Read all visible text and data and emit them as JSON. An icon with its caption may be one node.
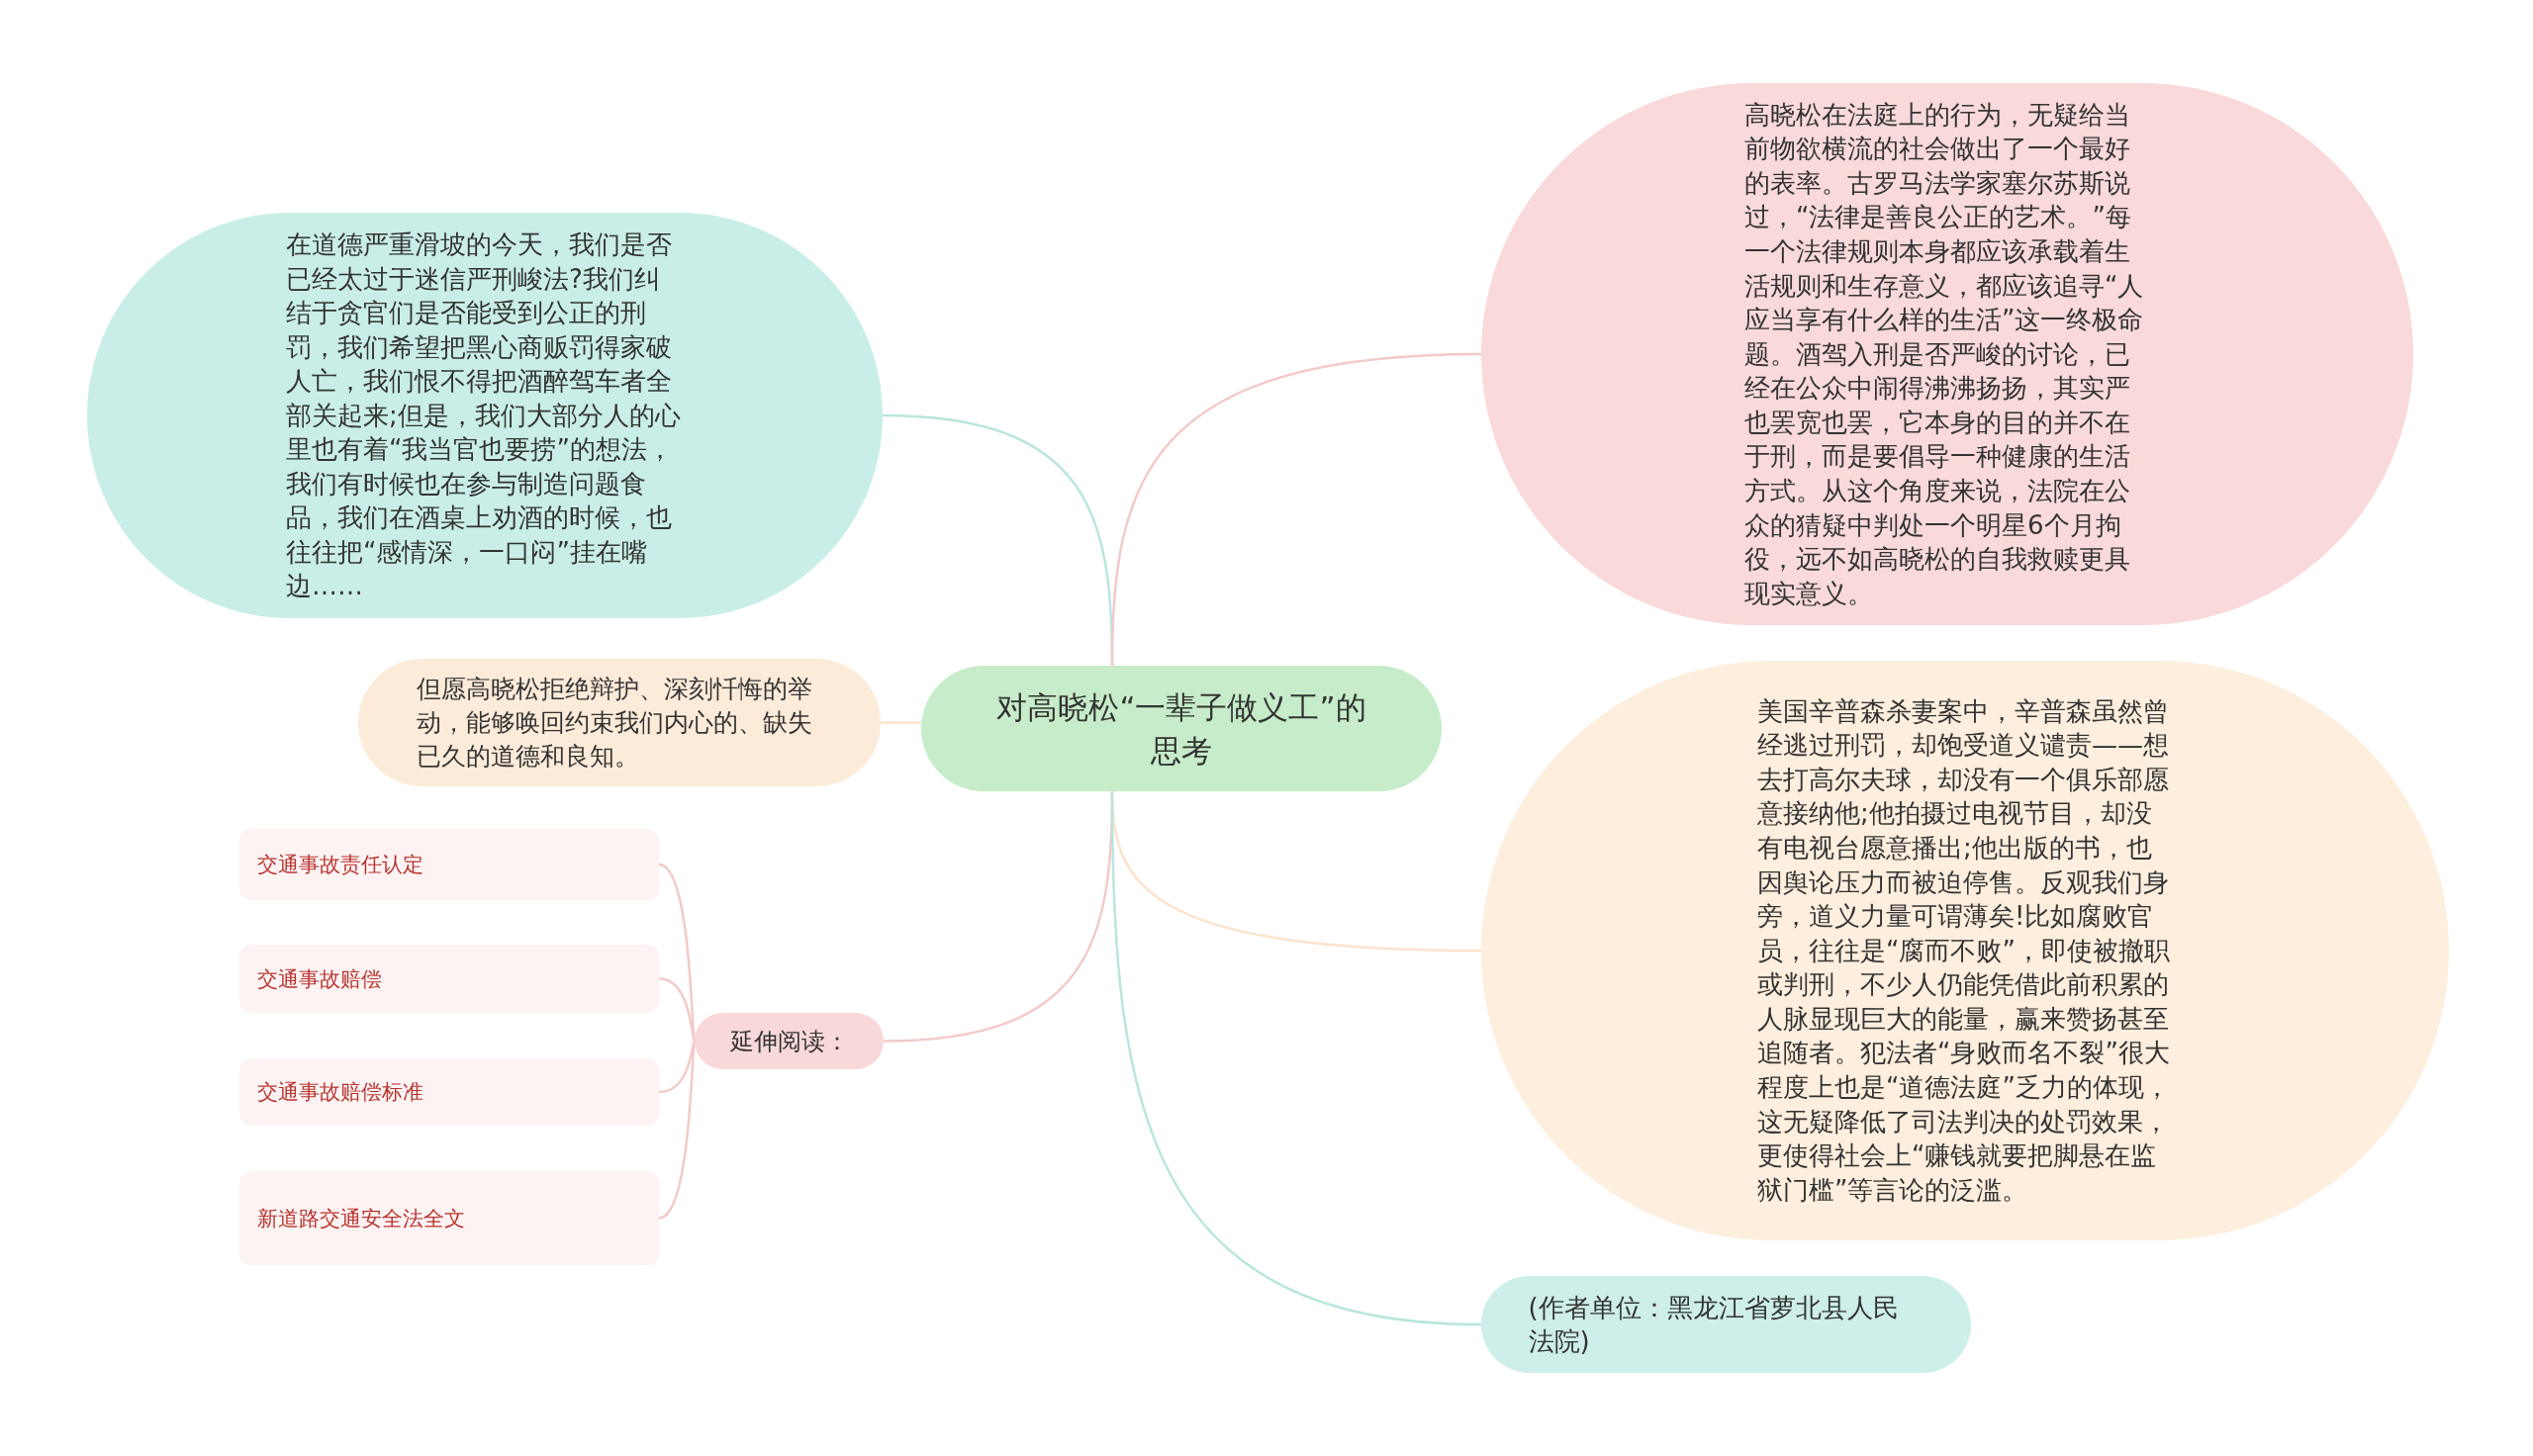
{
  "diagram": {
    "nodes": [
      {
        "text": [
          "对高晓松“一辈子做义工”的思考"
        ]
      },
      {
        "text": [
          "在道德严重滑坡的今天，我们是否已经太过于迷信严刑峻法?我们纠结于贪官们是否能受到公正的刑罚，我们希望把黑心商贩罚得家破人亡，我们恨不得把酒醉驾车者全部关起来;但是，我们大部分人的心里也有着“我当官也要捞”的想法，我们有时候也在参与制造问题食品，我们在酒桌上劝酒的时候，也往往把“感情深，一口闷”挂在嘴边……"
        ]
      },
      {
        "text": [
          "但愿高晓松拒绝辩护、深刻忏悔的举动，能够唤回约束我们内心的、缺失已久的道德和良知。"
        ]
      },
      {
        "text": [
          "延伸阅读："
        ]
      },
      {
        "text": [
          "交通事故责任认定"
        ]
      },
      {
        "text": [
          "交通事故赔偿"
        ]
      },
      {
        "text": [
          "交通事故赔偿标准"
        ]
      },
      {
        "text": [
          "新道路交通安全法全文"
        ]
      },
      {
        "text": [
          "高晓松在法庭上的行为，无疑给当前物欲横流的社会做出了一个最好的表率。古罗马法学家塞尔苏斯说过，“法律是善良公正的艺术。”每一个法律规则本身都应该承载着生活规则和生存意义，都应该追寻“人应当享有什么样的生活”这一终极命题。酒驾入刑是否严峻的讨论，已经在公众中闹得沸沸扬扬，其实严也罢宽也罢，它本身的目的并不在于刑，而是要倡导一种健康的生活方式。从这个角度来说，法院在公众的猜疑中判处一个明星6个月拘役，远不如高晓松的自我救赎更具现实意义。"
        ]
      },
      {
        "text": [
          "美国辛普森杀妻案中，辛普森虽然曾经逃过刑罚，却饱受道义谴责——想去打高尔夫球，却没有一个俱乐部愿意接纳他;他拍摄过电视节目，却没有电视台愿意播出;他出版的书，也因舆论压力而被迫停售。反观我们身旁，道义力量可谓薄矣!比如腐败官员，往往是“腐而不败”，即使被撤职或判刑，不少人仍能凭借此前积累的人脉显现巨大的能量，赢来赞扬甚至追随者。犯法者“身败而名不裂”很大程度上也是“道德法庭”乏力的体现，这无疑降低了司法判决的处罚效果，更使得社会上“赚钱就要把脚悬在监狱门槛”等言论的泛滥。"
        ]
      },
      {
        "text": [
          "(作者单位：黑龙江省萝北县人民法院)"
        ]
      }
    ],
    "edges": [
      {
        "from": 0,
        "to": 1,
        "arrow": "none",
        "color": "#b9e6de"
      },
      {
        "from": 0,
        "to": 2,
        "arrow": "none",
        "color": "#fbe3cc"
      },
      {
        "from": 0,
        "to": 3,
        "arrow": "none"
      },
      {
        "from": 3,
        "to": 4,
        "arrow": "none"
      },
      {
        "from": 3,
        "to": 5,
        "arrow": "none"
      },
      {
        "from": 3,
        "to": 6,
        "arrow": "none"
      },
      {
        "from": 3,
        "to": 7,
        "arrow": "none"
      },
      {
        "from": 0,
        "to": 8,
        "arrow": "none"
      },
      {
        "from": 0,
        "to": 9,
        "arrow": "none",
        "color": "#fbe3cc"
      },
      {
        "from": 0,
        "to": 10,
        "arrow": "none",
        "color": "#b9e6de"
      }
    ]
  }
}
